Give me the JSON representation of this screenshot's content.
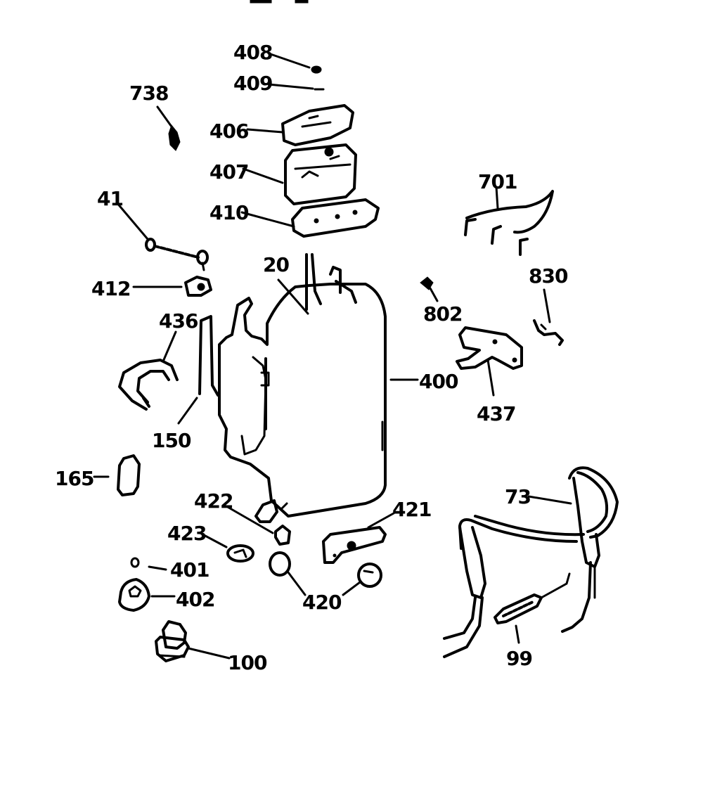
{
  "labels": {
    "l408": "408",
    "l409": "409",
    "l738": "738",
    "l406": "406",
    "l407": "407",
    "l41": "41",
    "l410": "410",
    "l701": "701",
    "l20": "20",
    "l412": "412",
    "l802": "802",
    "l830": "830",
    "l436": "436",
    "l400": "400",
    "l437": "437",
    "l150": "150",
    "l165": "165",
    "l73": "73",
    "l422": "422",
    "l421": "421",
    "l423": "423",
    "l401": "401",
    "l402": "402",
    "l420": "420",
    "l99": "99",
    "l100": "100"
  }
}
